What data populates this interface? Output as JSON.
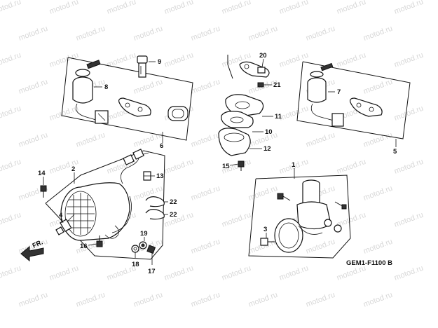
{
  "watermark": {
    "text": "motod.ru",
    "color": "#d8d8d8"
  },
  "diagram_code": "GEM1-F1100 B",
  "front_arrow": "FR.",
  "callouts": {
    "c1": "1",
    "c2": "2",
    "c3": "3",
    "c4": "4",
    "c5": "5",
    "c6": "6",
    "c7": "7",
    "c8": "8",
    "c9": "9",
    "c10": "10",
    "c11": "11",
    "c12": "12",
    "c13": "13",
    "c14": "14",
    "c15": "15",
    "c16": "16",
    "c17": "17",
    "c18": "18",
    "c19": "19",
    "c20": "20",
    "c21": "21",
    "c22a": "22",
    "c22b": "22"
  }
}
